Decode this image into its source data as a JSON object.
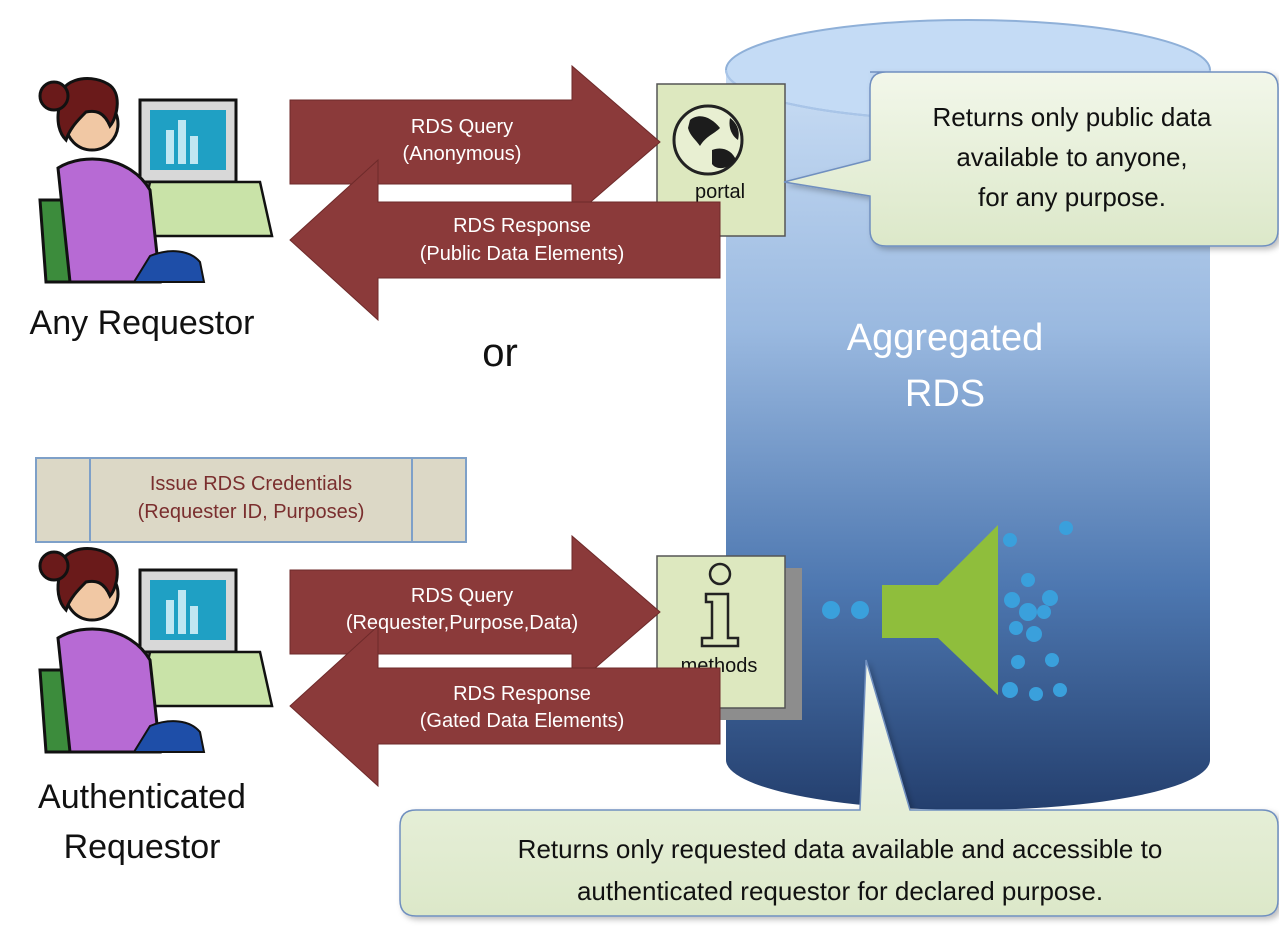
{
  "database": {
    "label_line1": "Aggregated",
    "label_line2": "RDS"
  },
  "requestors": {
    "any": {
      "label": "Any Requestor"
    },
    "authenticated": {
      "label_line1": "Authenticated",
      "label_line2": "Requestor"
    }
  },
  "or_label": "or",
  "anonymous_flow": {
    "query_line1": "RDS Query",
    "query_line2": "(Anonymous)",
    "response_line1": "RDS Response",
    "response_line2": "(Public Data Elements)"
  },
  "authenticated_flow": {
    "query_line1": "RDS Query",
    "query_line2": "(Requester,Purpose,Data)",
    "response_line1": "RDS Response",
    "response_line2": "(Gated Data Elements)"
  },
  "credentials": {
    "line1": "Issue RDS Credentials",
    "line2": "(Requester ID, Purposes)"
  },
  "portal": {
    "label": "portal"
  },
  "methods": {
    "label": "methods"
  },
  "callout_public": {
    "line1": "Returns only public data",
    "line2": "available to anyone,",
    "line3": "for any purpose."
  },
  "callout_gated": {
    "line1": "Returns only requested data available and accessible to",
    "line2": "authenticated requestor for declared purpose."
  },
  "colors": {
    "arrow_fill": "#8b3a3a",
    "cylinder_top": "#bcd3ef",
    "cylinder_bottom": "#274c7e",
    "callout_fill": "#e8f0dc",
    "box_fill": "#dde8bf",
    "credentials_fill": "#dcd8c6",
    "filter_green": "#8fbe3c",
    "dot_blue": "#3aa0dc"
  }
}
